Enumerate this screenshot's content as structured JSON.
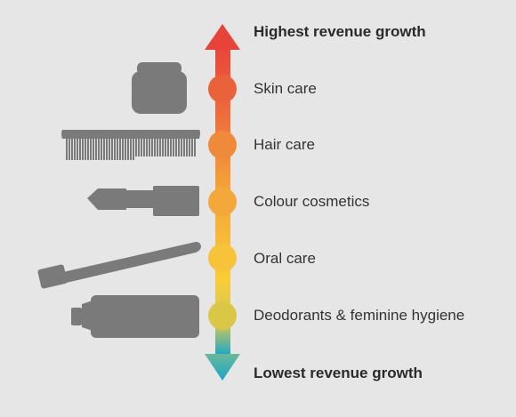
{
  "diagram": {
    "top_label": "Highest revenue growth",
    "bottom_label": "Lowest revenue growth",
    "categories": [
      {
        "label": "Skin care",
        "icon": "cream-jar-icon"
      },
      {
        "label": "Hair care",
        "icon": "comb-icon"
      },
      {
        "label": "Colour cosmetics",
        "icon": "lipstick-icon"
      },
      {
        "label": "Oral care",
        "icon": "toothbrush-icon"
      },
      {
        "label": "Deodorants & feminine hygiene",
        "icon": "tube-icon"
      }
    ],
    "colors": {
      "background": "#e6e6e6",
      "icon": "#7a7a7a",
      "arrow_top": "#e8433a",
      "arrow_mid": "#f8c23a",
      "arrow_bottom": "#1aa6c8"
    }
  }
}
